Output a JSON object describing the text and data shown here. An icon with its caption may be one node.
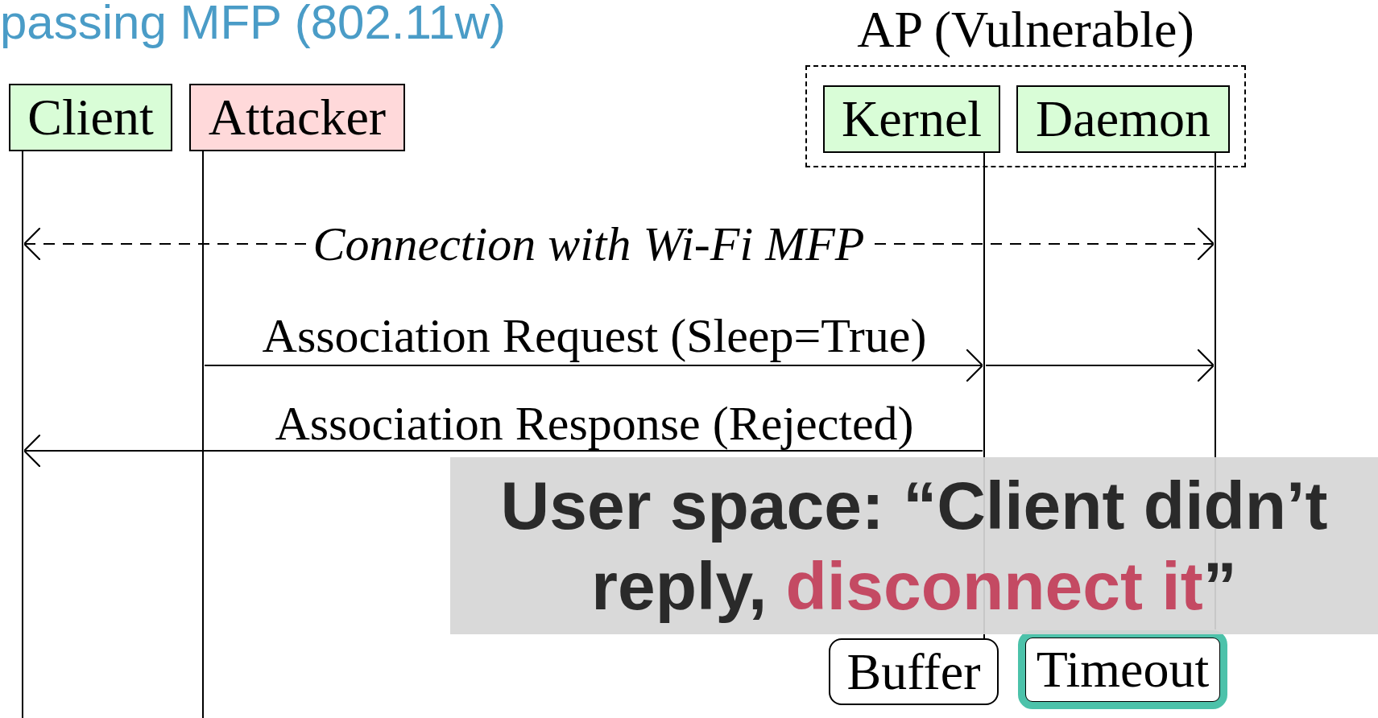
{
  "diagram": {
    "title": "passing MFP (802.11w)",
    "nodes": [
      {
        "text": [
          "Client"
        ]
      },
      {
        "text": [
          "Attacker"
        ]
      },
      {
        "text": [
          "AP (Vulnerable)"
        ]
      },
      {
        "text": [
          "Kernel"
        ],
        "in": 2
      },
      {
        "text": [
          "Daemon"
        ],
        "in": 2
      },
      {
        "text": [
          "User space: “Client didn’t reply, *disconnect it*”"
        ]
      },
      {
        "text": [
          "Buffer"
        ]
      },
      {
        "text": [
          "Timeout"
        ]
      },
      {
        "text": [],
        "shape": "line"
      },
      {
        "text": [],
        "shape": "line"
      },
      {
        "text": [],
        "shape": "line"
      },
      {
        "text": [],
        "shape": "line"
      }
    ],
    "edges": [
      {
        "from": 8,
        "to": 11,
        "arrow": "both",
        "label": "Connection with Wi-Fi MFP",
        "style": "dashed"
      },
      {
        "from": 9,
        "to": 10,
        "arrow": "to",
        "label": "Association Request (Sleep=True)"
      },
      {
        "from": 10,
        "to": 11,
        "arrow": "to"
      },
      {
        "from": 10,
        "to": 8,
        "arrow": "to",
        "label": "Association Response (Rejected)"
      }
    ]
  }
}
